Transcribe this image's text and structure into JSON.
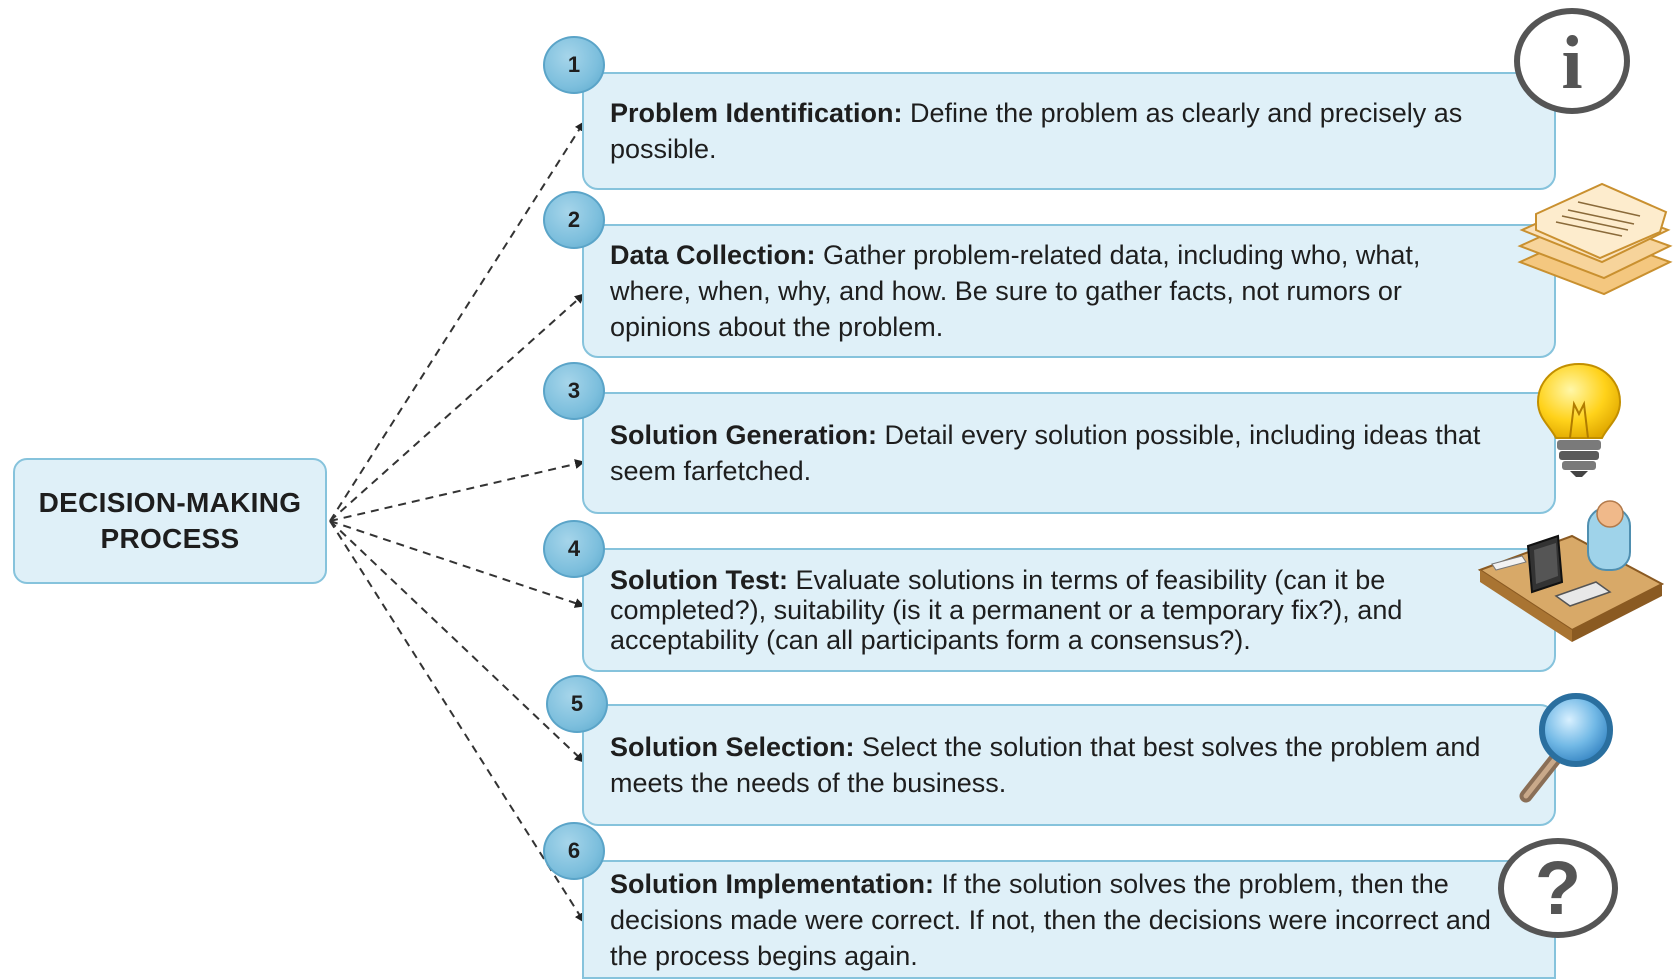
{
  "root": {
    "label": "DECISION-MAKING\nPROCESS"
  },
  "steps": [
    {
      "number": "1",
      "title": "Problem Identification:",
      "text": " Define the problem as clearly and precisely as possible.",
      "icon": "info-icon"
    },
    {
      "number": "2",
      "title": "Data Collection:",
      "text": " Gather problem-related data, including who, what, where, when, why, and how.  Be sure to gather facts, not rumors or opinions about the problem.",
      "icon": "documents-stack-icon"
    },
    {
      "number": "3",
      "title": "Solution Generation:",
      "text": " Detail every solution possible, including ideas that seem farfetched.",
      "icon": "lightbulb-icon"
    },
    {
      "number": "4",
      "title": "Solution Test:",
      "text": " Evaluate solutions in terms of feasibility (can it be completed?), suitability (is it a permanent or a temporary fix?), and acceptability (can all participants form a consensus?).",
      "icon": "person-at-desk-icon"
    },
    {
      "number": "5",
      "title": "Solution Selection:",
      "text": " Select the solution that best solves the problem and meets the needs of the business.",
      "icon": "magnifying-glass-icon"
    },
    {
      "number": "6",
      "title": "Solution Implementation:",
      "text": " If the solution solves the problem, then the decisions made were correct.  If not, then the decisions were incorrect and the process begins again.",
      "icon": "question-mark-icon"
    }
  ],
  "icon_glyphs": {
    "info": "i",
    "question": "?"
  },
  "colors": {
    "box_fill": "#dff0f8",
    "box_border": "#86c3dc",
    "badge": "#7dbfdd",
    "connector": "#333333"
  }
}
